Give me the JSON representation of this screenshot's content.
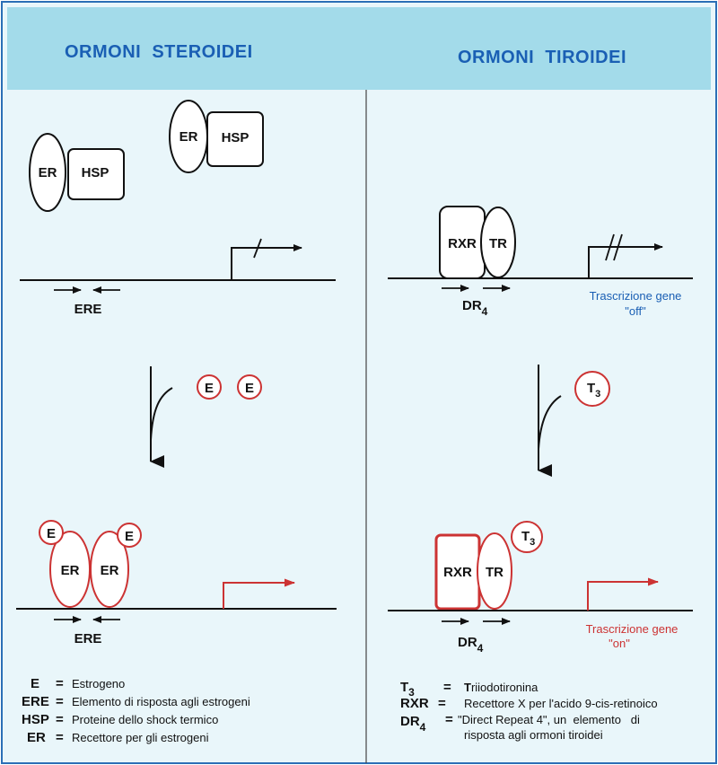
{
  "header": {
    "left_title": "ORMONI  STEROIDEI",
    "right_title": "ORMONI  TIROIDEI"
  },
  "steroid": {
    "er": "ER",
    "hsp": "HSP",
    "ere": "ERE",
    "e": "E"
  },
  "thyroid": {
    "rxr": "RXR",
    "tr": "TR",
    "dr_base": "DR",
    "dr_sub": "4",
    "t_base": "T",
    "t_sub": "3",
    "off_line1": "Trascrizione gene",
    "off_line2": "\"off\"",
    "on_line1": "Trascrizione gene",
    "on_line2": "\"on\""
  },
  "legend_left": [
    {
      "key": "E",
      "eq": "=",
      "desc": "Estrogeno"
    },
    {
      "key": "ERE",
      "eq": "=",
      "desc": "Elemento di risposta agli estrogeni"
    },
    {
      "key": "HSP",
      "eq": "=",
      "desc": "Proteine dello shock termico"
    },
    {
      "key": "ER",
      "eq": "=",
      "desc": "Recettore per gli estrogeni"
    }
  ],
  "legend_right": {
    "t3": {
      "base": "T",
      "sub": "3",
      "eq": "=",
      "bold_part": "T",
      "rest": "riiodotironina"
    },
    "rxr": {
      "key": "RXR",
      "eq": "=",
      "desc": "Recettore X per l'acido 9-cis-retinoico"
    },
    "dr4": {
      "base": "DR",
      "sub": "4",
      "eq": "=",
      "desc_line1": "\"Direct Repeat 4\", un  elemento   di",
      "desc_line2": "risposta agli ormoni tiroidei"
    }
  },
  "colors": {
    "panel_bg": "#e9f6fa",
    "header_bg": "#a3dbea",
    "border": "#2b6fb6",
    "title": "#1a5fb4",
    "red": "#cc3333",
    "off_text": "#1a5fb4",
    "on_text": "#cc3333"
  }
}
